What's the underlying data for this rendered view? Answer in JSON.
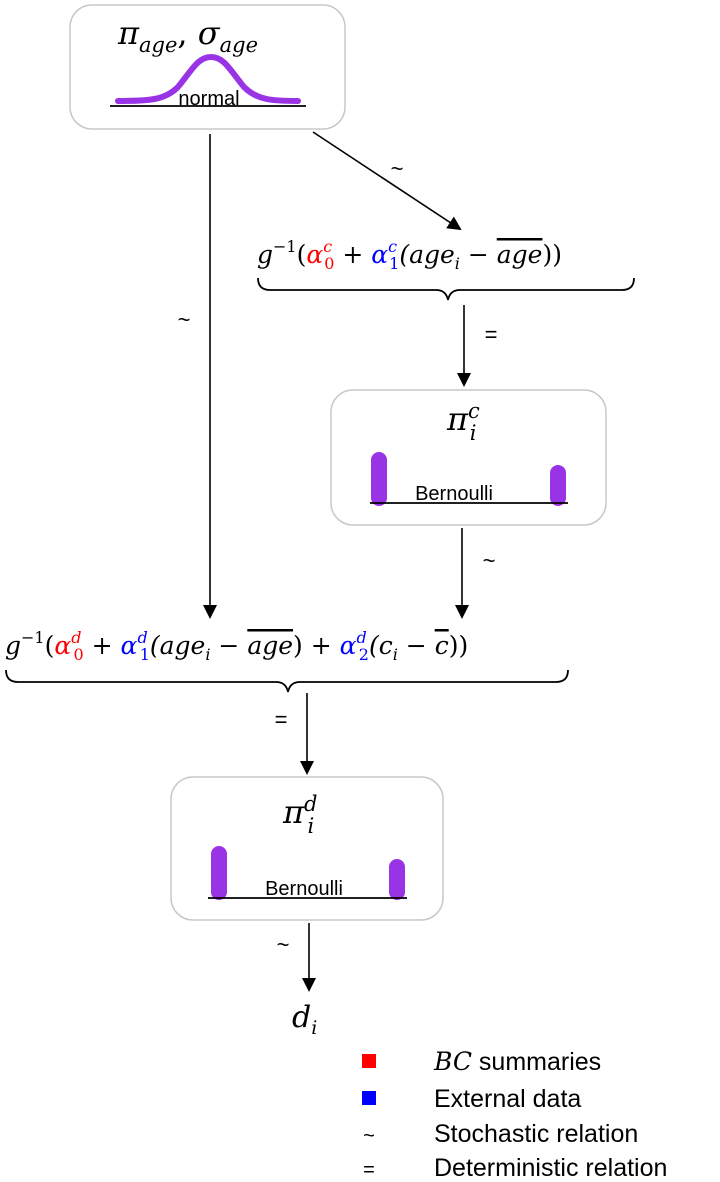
{
  "nodes": {
    "age_prior": {
      "symbol": "π",
      "sub1": "age",
      "sep": ", ",
      "symbol2": "σ",
      "sub2": "age",
      "dist": "normal"
    },
    "pi_c": {
      "symbol": "π",
      "sup": "c",
      "sub": "i",
      "dist": "Bernoulli"
    },
    "pi_d": {
      "symbol": "π",
      "sup": "d",
      "sub": "i",
      "dist": "Bernoulli"
    },
    "d_i": {
      "symbol": "d",
      "sub": "i"
    }
  },
  "formulas": {
    "c_link": {
      "g": "g",
      "inv": "−1",
      "open": "(",
      "a0": "α",
      "a0_sup": "c",
      "a0_sub": "0",
      "plus": " + ",
      "a1": "α",
      "a1_sup": "c",
      "a1_sub": "1",
      "term": "(age",
      "term_sub": "i",
      "minus": " − ",
      "bar": "age",
      "close": "))"
    },
    "d_link": {
      "g": "g",
      "inv": "−1",
      "open": "(",
      "a0": "α",
      "a0_sup": "d",
      "a0_sub": "0",
      "plus1": " + ",
      "a1": "α",
      "a1_sup": "d",
      "a1_sub": "1",
      "term1": "(age",
      "term1_sub": "i",
      "minus1": " − ",
      "bar1": "age",
      "close1": ")",
      "plus2": " + ",
      "a2": "α",
      "a2_sup": "d",
      "a2_sub": "2",
      "term2": "(c",
      "term2_sub": "i",
      "minus2": " − ",
      "bar2": "c",
      "close2": "))"
    }
  },
  "relations": {
    "prior_to_c": "~",
    "prior_to_d": "~",
    "c_formula_to_pic": "=",
    "pic_to_d_formula": "~",
    "d_formula_to_pid": "=",
    "pid_to_di": "~"
  },
  "legend": [
    {
      "marker": "square",
      "color": "#ff0000",
      "label_math": "BC",
      "label": " summaries"
    },
    {
      "marker": "square",
      "color": "#0000ff",
      "label": "External data"
    },
    {
      "marker": "~",
      "label": "Stochastic relation"
    },
    {
      "marker": "=",
      "label": "Deterministic relation"
    }
  ],
  "colors": {
    "bc": "#ff0000",
    "external": "#0000ff",
    "distribution": "#9933e6"
  }
}
